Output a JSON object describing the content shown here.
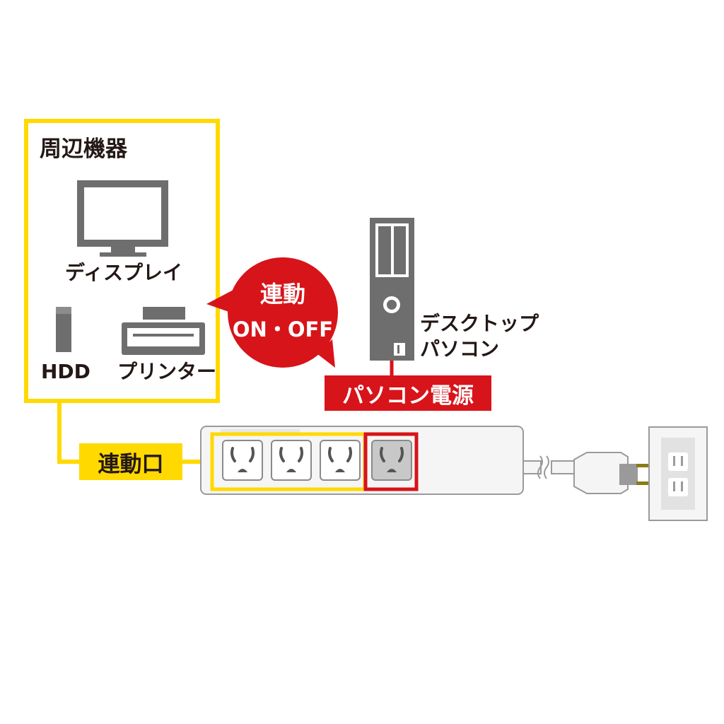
{
  "peripherals_box": {
    "title": "周辺機器",
    "display_label": "ディスプレイ",
    "hdd_label": "HDD",
    "printer_label": "プリンター"
  },
  "bubble": {
    "line1": "連動",
    "line2": "ON・OFF"
  },
  "desktop_pc": {
    "label_line1": "デスクトップ",
    "label_line2": "パソコン"
  },
  "pc_power_label": "パソコン電源",
  "linked_outlet_label": "連動口",
  "colors": {
    "yellow": "#ffd900",
    "red": "#d7141a",
    "device_gray": "#6e6e6e",
    "strip_white": "#f5f5f5",
    "outline": "#9a9a9a"
  },
  "icons": [
    "display-icon",
    "hdd-icon",
    "printer-icon",
    "desktop-tower-icon",
    "power-plug-icon",
    "wall-outlet-icon"
  ]
}
